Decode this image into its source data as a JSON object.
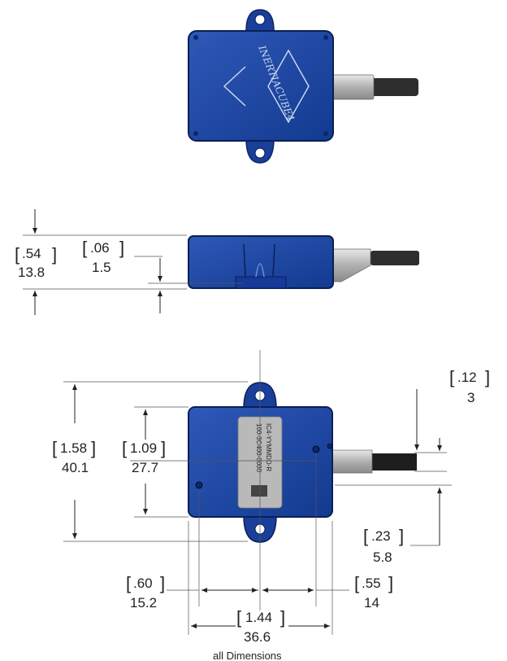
{
  "product": {
    "logo_text": "INERTIACUBE4"
  },
  "label": {
    "line1": "100-3C400-0000",
    "line2": "IC4-YYMMDD-R"
  },
  "side_view": {
    "height": {
      "inch": ".54",
      "mm": "13.8"
    },
    "flange": {
      "inch": ".06",
      "mm": "1.5"
    }
  },
  "top_view": {
    "overall_length": {
      "inch": "1.58",
      "mm": "40.1"
    },
    "body_length": {
      "inch": "1.09",
      "mm": "27.7"
    },
    "cable_dia": {
      "inch": ".12",
      "mm": "3"
    },
    "cable_offset": {
      "inch": ".23",
      "mm": "5.8"
    },
    "left_hole": {
      "inch": ".60",
      "mm": "15.2"
    },
    "right_hole": {
      "inch": ".55",
      "mm": "14"
    },
    "width": {
      "inch": "1.44",
      "mm": "36.6"
    }
  },
  "caption": "all Dimensions"
}
